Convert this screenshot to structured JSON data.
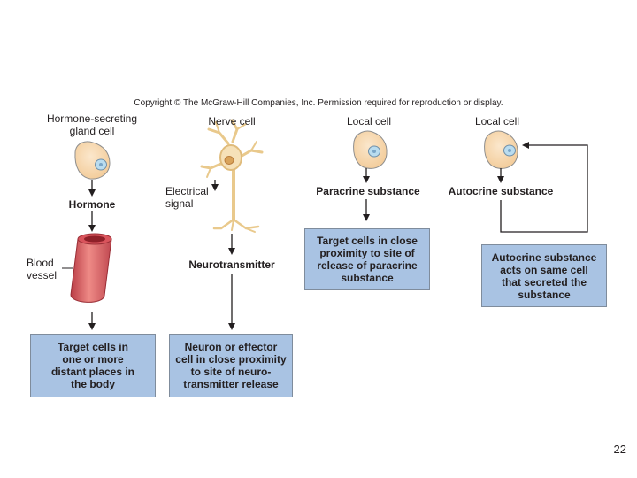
{
  "copyright": "Copyright © The McGraw-Hill Companies, Inc. Permission required for reproduction or display.",
  "columns": {
    "endocrine": {
      "cell_label": "Hormone-secreting\ngland cell",
      "substance": "Hormone",
      "vessel_label": "Blood\nvessel",
      "target_box": "Target cells in\none or more\ndistant places in\nthe body"
    },
    "neural": {
      "cell_label": "Nerve cell",
      "signal_label": "Electrical\nsignal",
      "substance": "Neurotransmitter",
      "target_box": "Neuron or effector\ncell in close proximity\nto site of neuro-\ntransmitter release"
    },
    "paracrine": {
      "cell_label": "Local cell",
      "substance": "Paracrine substance",
      "target_box": "Target cells in close\nproximity to site of\nrelease of paracrine\nsubstance"
    },
    "autocrine": {
      "cell_label": "Local cell",
      "substance": "Autocrine substance",
      "target_box": "Autocrine substance\nacts on same cell\nthat secreted the\nsubstance"
    }
  },
  "page_number": "22",
  "colors": {
    "box_fill": "#a9c3e3",
    "cell_fill": "#f7d9b2",
    "nucleus_fill": "#b9dcef",
    "vessel_fill": "#e06a6a",
    "neuron_fill": "#f6e1b8"
  },
  "icons": [
    "gland-cell-icon",
    "blood-vessel-icon",
    "nerve-cell-icon",
    "local-cell-icon",
    "arrow-icon"
  ]
}
